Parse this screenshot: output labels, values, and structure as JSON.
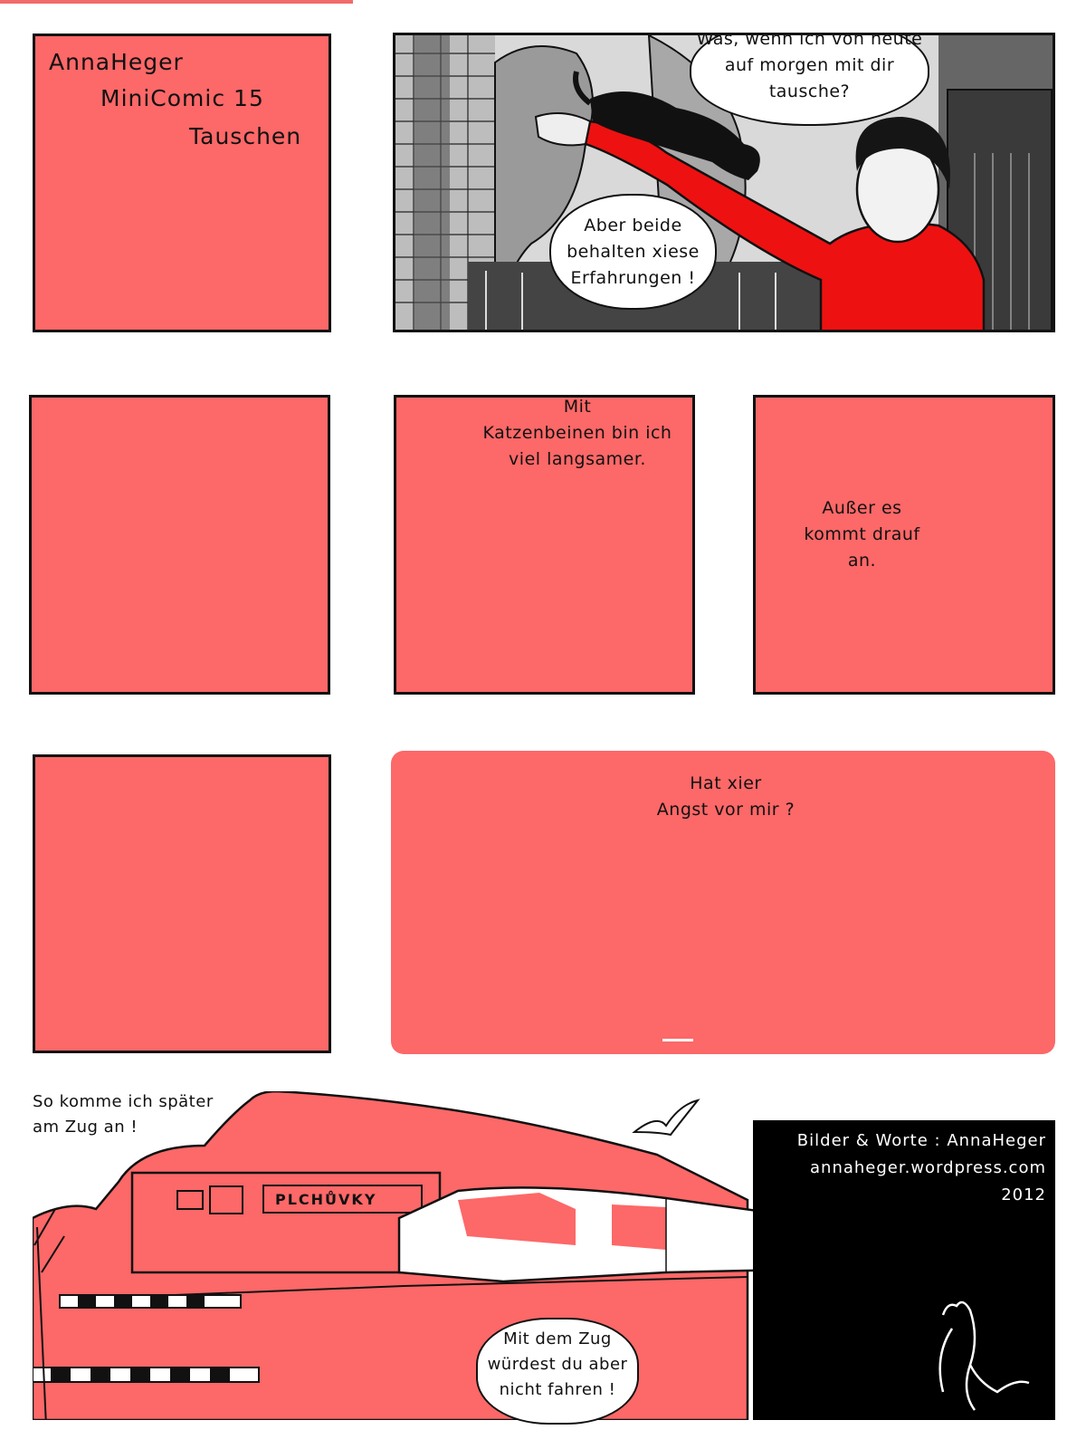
{
  "title": {
    "author": "AnnaHeger",
    "series": "MiniComic 15",
    "name": "Tauschen"
  },
  "panel2": {
    "speech_top": [
      "Was, wenn ich von heute",
      "auf morgen mit dir",
      "tausche?"
    ],
    "speech_left": [
      "Aber beide",
      "behalten xiese",
      "Erfahrungen !"
    ]
  },
  "panel4": {
    "lines": [
      "Mit",
      "Katzenbeinen bin ich",
      "viel langsamer."
    ]
  },
  "panel5": {
    "lines": [
      "Außer es",
      "kommt drauf",
      "an."
    ]
  },
  "panel7": {
    "lines": [
      "Hat xier",
      "Angst vor mir ?"
    ]
  },
  "panel8": {
    "caption": [
      "So komme ich später",
      "am Zug an !"
    ],
    "sign": "PLCHŮVKY",
    "speech": [
      "Mit dem Zug",
      "würdest du aber",
      "nicht fahren !"
    ]
  },
  "credits": {
    "line1": "Bilder & Worte  :  AnnaHeger",
    "line2": "annaheger.wordpress.com",
    "year": "2012"
  },
  "colors": {
    "panel_red": "#fd6868",
    "jacket_red": "#ee1111",
    "ink": "#111111"
  }
}
